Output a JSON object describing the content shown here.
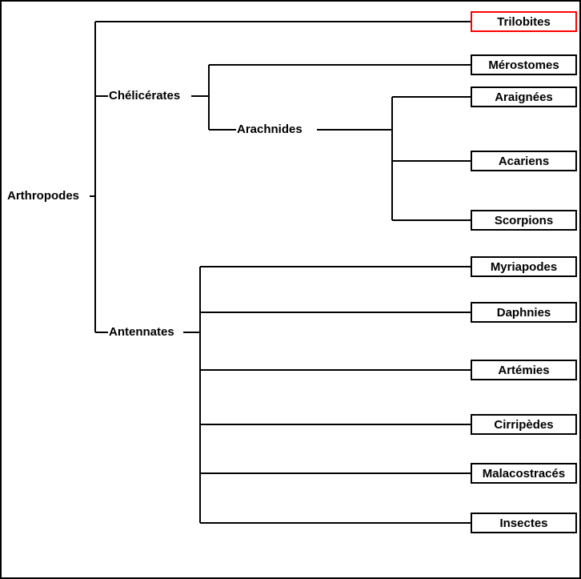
{
  "diagram": {
    "type": "cladogram",
    "orientation": "left-to-right",
    "language": "fr",
    "root_label": "Arthropodes",
    "highlight_color": "#ff0000",
    "line_color": "#000000",
    "background_color": "#ffffff"
  },
  "internal_nodes": [
    {
      "id": "arthropodes",
      "label": "Arthropodes"
    },
    {
      "id": "chelicerates",
      "label": "Chélicérates"
    },
    {
      "id": "arachnides",
      "label": "Arachnides"
    },
    {
      "id": "antennates",
      "label": "Antennates"
    }
  ],
  "leaves": [
    {
      "id": "trilobites",
      "label": "Trilobites",
      "parent": "arthropodes",
      "highlighted": true
    },
    {
      "id": "merostomes",
      "label": "Mérostomes",
      "parent": "chelicerates",
      "highlighted": false
    },
    {
      "id": "araignees",
      "label": "Araignées",
      "parent": "arachnides",
      "highlighted": false
    },
    {
      "id": "acariens",
      "label": "Acariens",
      "parent": "arachnides",
      "highlighted": false
    },
    {
      "id": "scorpions",
      "label": "Scorpions",
      "parent": "arachnides",
      "highlighted": false
    },
    {
      "id": "myriapodes",
      "label": "Myriapodes",
      "parent": "antennates",
      "highlighted": false
    },
    {
      "id": "daphnies",
      "label": "Daphnies",
      "parent": "antennates",
      "highlighted": false
    },
    {
      "id": "artemies",
      "label": "Artémies",
      "parent": "antennates",
      "highlighted": false
    },
    {
      "id": "cirripedes",
      "label": "Cirripèdes",
      "parent": "antennates",
      "highlighted": false
    },
    {
      "id": "malacostraces",
      "label": "Malacostracés",
      "parent": "antennates",
      "highlighted": false
    },
    {
      "id": "insectes",
      "label": "Insectes",
      "parent": "antennates",
      "highlighted": false
    }
  ],
  "labels": {
    "root": "Arthropodes",
    "chelicerates": "Chélicérates",
    "arachnides": "Arachnides",
    "antennates": "Antennates",
    "trilobites": "Trilobites",
    "merostomes": "Mérostomes",
    "araignees": "Araignées",
    "acariens": "Acariens",
    "scorpions": "Scorpions",
    "myriapodes": "Myriapodes",
    "daphnies": "Daphnies",
    "artemies": "Artémies",
    "cirripedes": "Cirripèdes",
    "malacostraces": "Malacostracés",
    "insectes": "Insectes"
  }
}
